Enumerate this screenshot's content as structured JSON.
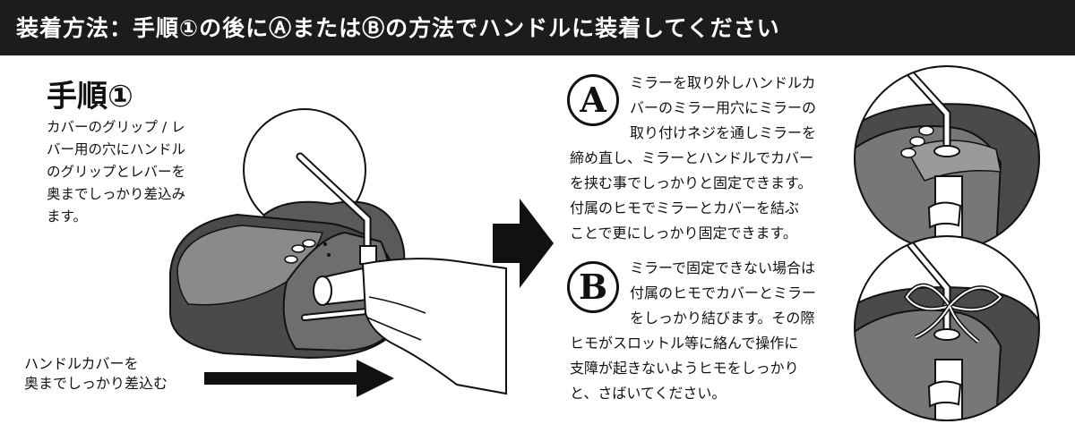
{
  "header": {
    "title": "装着方法：手順①の後にⒶまたはⒷの方法でハンドルに装着してください"
  },
  "step1": {
    "heading": "手順①",
    "lines": [
      "カバーのグリップ / レ",
      "バー用の穴にハンドル",
      "のグリップとレバーを",
      "奥までしっかり差込み",
      "ます。"
    ],
    "insert_caption": [
      "ハンドルカバーを",
      "奥までしっかり差込む"
    ]
  },
  "method_a": {
    "badge": "A",
    "lines": [
      "ミラーを取り外しハンドルカ",
      "バーのミラー用穴にミラーの",
      "取り付けネジを通しミラーを",
      "締め直し、ミラーとハンドルでカバー",
      "を挟む事でしっかりと固定できます。",
      "付属のヒモでミラーとカバーを結ぶ",
      "ことで更にしっかり固定できます。"
    ]
  },
  "method_b": {
    "badge": "B",
    "lines": [
      "ミラーで固定できない場合は",
      "付属のヒモでカバーとミラー",
      "をしっかり結びます。その際",
      "ヒモがスロットル等に絡んで操作に",
      "支障が起きないようヒモをしっかり",
      "と、さばいてください。"
    ]
  },
  "colors": {
    "header_bg": "#1c1c1c",
    "header_text": "#ffffff",
    "cover_dark": "#4a4a4a",
    "cover_mid": "#7a7a7a",
    "ink": "#111111"
  }
}
